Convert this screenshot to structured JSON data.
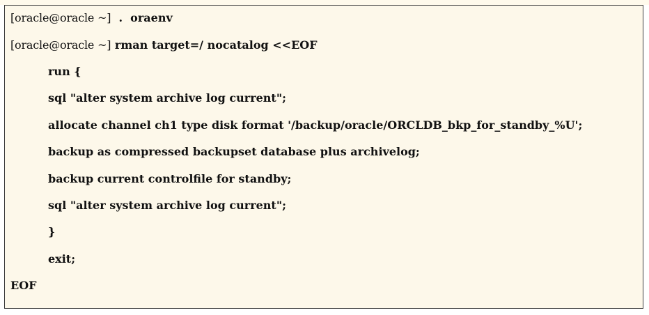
{
  "terminal": {
    "prompt": "[oracle@oracle ~]",
    "lines": [
      {
        "prompt": "[oracle@oracle ~]",
        "command": "  .  oraenv"
      },
      {
        "prompt": "[oracle@oracle ~]",
        "command": " rman target=/ nocatalog <<EOF"
      },
      {
        "command": "run {"
      },
      {
        "command": "sql \"alter system archive log current\";"
      },
      {
        "command": "allocate channel ch1 type disk format '/backup/oracle/ORCLDB_bkp_for_standby_%U';"
      },
      {
        "command": "backup as compressed backupset database plus archivelog;"
      },
      {
        "command": "backup current controlfile for standby;"
      },
      {
        "command": "sql \"alter system archive log current\";"
      },
      {
        "command": "}"
      },
      {
        "command": "exit;"
      },
      {
        "command": "EOF"
      }
    ]
  }
}
